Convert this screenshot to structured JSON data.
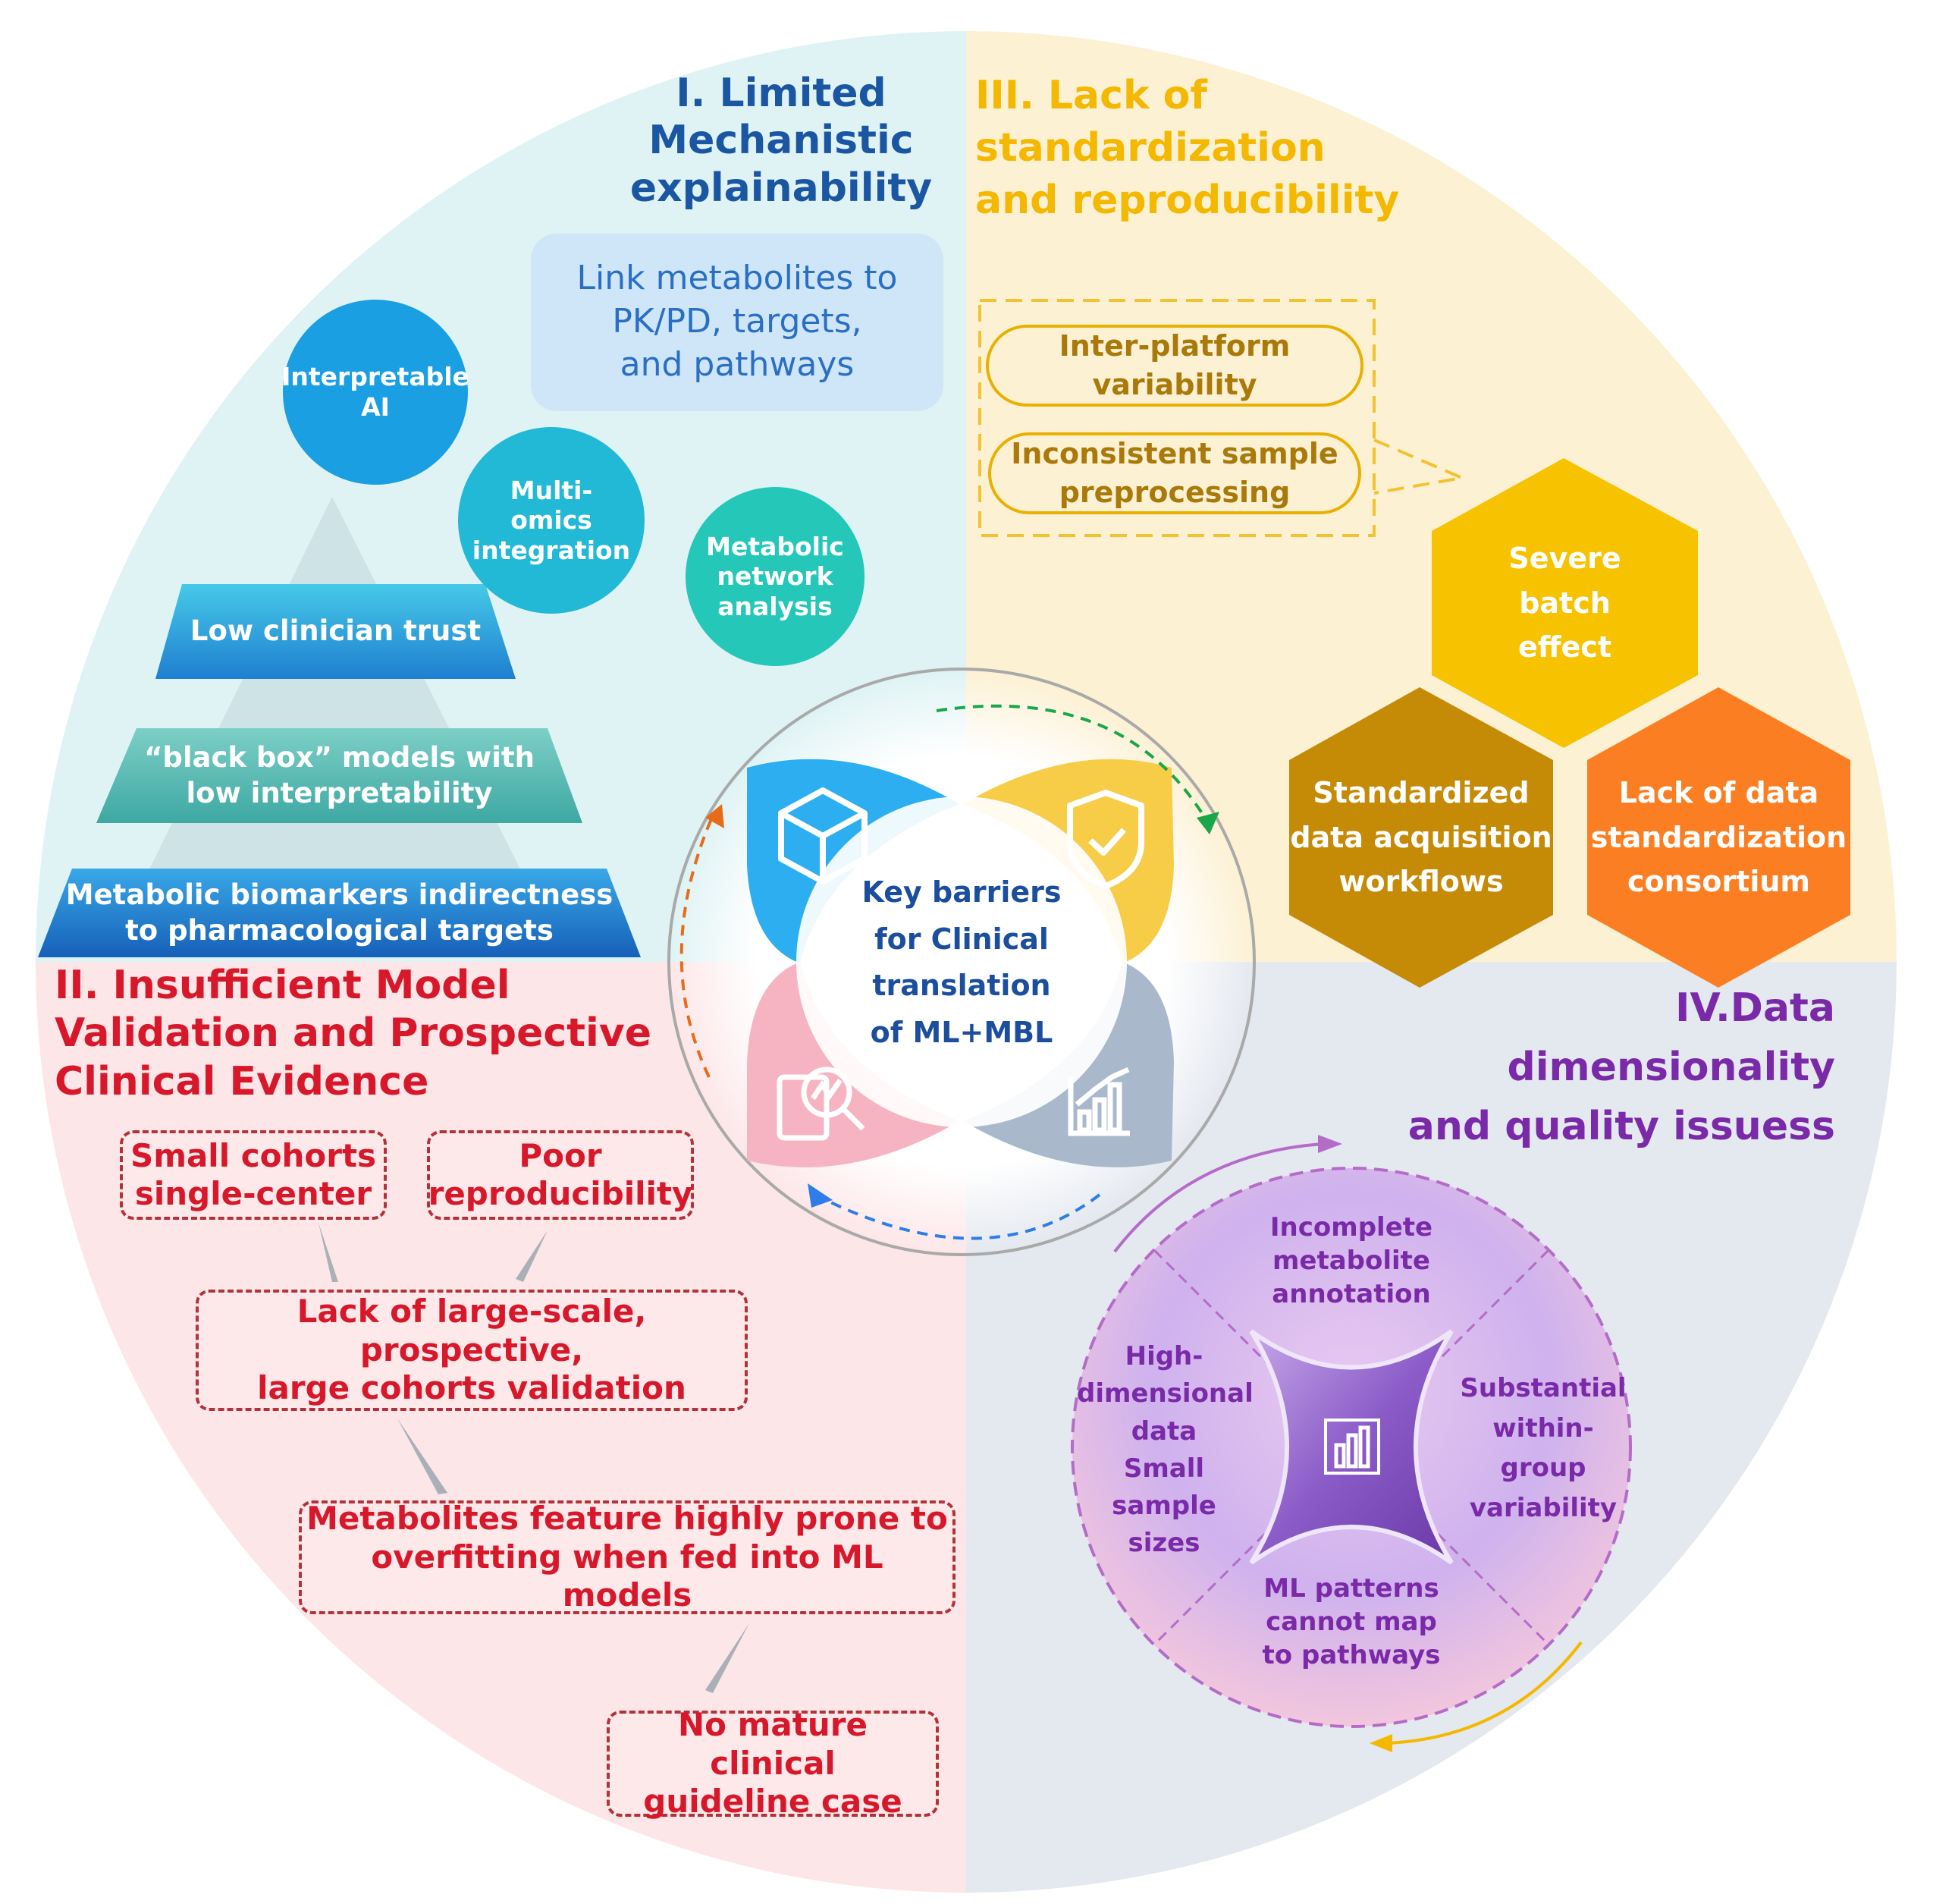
{
  "center": {
    "label": "Key barriers\nfor Clinical\ntranslation\nof ML+MBL"
  },
  "q1": {
    "title": "I. Limited\nMechanistic\nexplainability",
    "link_box": "Link metabolites to\nPK/PD, targets,\nand pathways",
    "circles": [
      "Interpretable\nAI",
      "Multi-\nomics\nintegration",
      "Metabolic\nnetwork\nanalysis"
    ],
    "tiers": [
      "Low clinician trust",
      "“black box”  models with\nlow interpretability",
      "Metabolic biomarkers indirectness\nto pharmacological targets"
    ]
  },
  "q2": {
    "title": "II. Insufficient Model\nValidation and Prospective\nClinical Evidence",
    "boxes": [
      "Small cohorts\nsingle-center",
      "Poor\nreproducibility",
      "Lack of large-scale, prospective,\nlarge cohorts validation",
      "Metabolites feature highly prone to\noverfitting when fed into ML models",
      "No mature clinical\nguideline case"
    ]
  },
  "q3": {
    "title": "III. Lack of\nstandardization\nand reproducibility",
    "pills": [
      "Inter-platform\nvariability",
      "Inconsistent sample\npreprocessing"
    ],
    "hexagons": [
      "Severe\nbatch\neffect",
      "Standardized\ndata acquisition\nworkflows",
      "Lack of  data\nstandardization\nconsortium"
    ]
  },
  "q4": {
    "title": "IV.Data dimensionality\nand quality issuess",
    "segments": [
      "Incomplete\nmetabolite\nannotation",
      "Substantial\nwithin-\ngroup\nvariability",
      "ML patterns\ncannot map\nto pathways",
      "High-\ndimensional\ndata\nSmall\nsample\nsizes"
    ]
  },
  "colors": {
    "q1_bg": "#dff3f4",
    "q2_bg": "#fde6e8",
    "q3_bg": "#fdf1d4",
    "q4_bg": "#e4e8ef",
    "blue_title": "#1b56a3",
    "red_title": "#d7182a",
    "yellow_title": "#f5b800",
    "purple_title": "#7a2aa8"
  },
  "icons": [
    "box-icon",
    "shield-check-icon",
    "search-chart-icon",
    "bar-chart-icon"
  ]
}
